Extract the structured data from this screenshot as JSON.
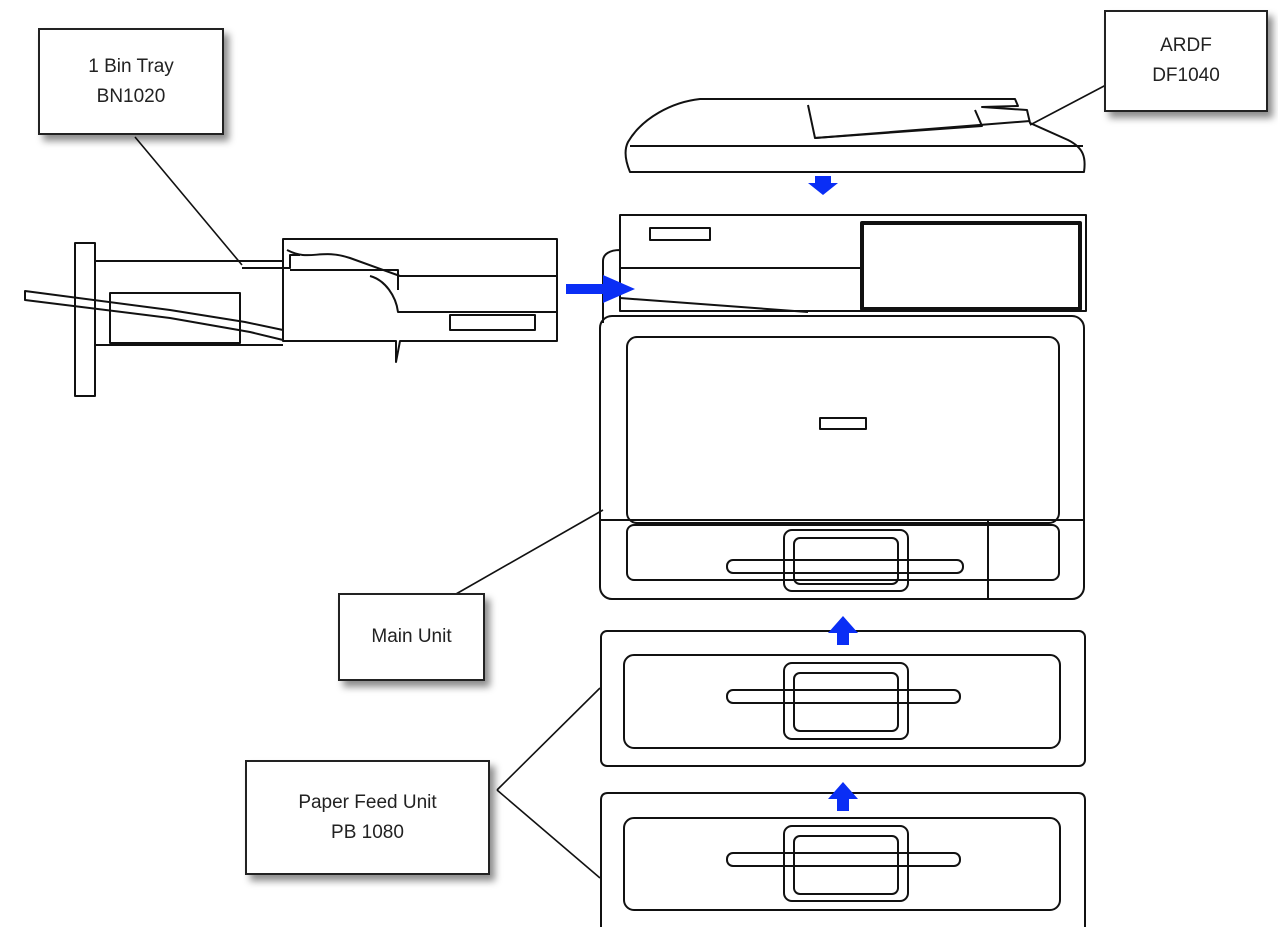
{
  "labels": {
    "bin_tray": {
      "line1": "1 Bin Tray",
      "line2": "BN1020"
    },
    "ardf": {
      "line1": "ARDF",
      "line2": "DF1040"
    },
    "main_unit": {
      "line1": "Main Unit"
    },
    "paper_feed": {
      "line1": "Paper Feed Unit",
      "line2": "PB 1080"
    }
  },
  "colors": {
    "arrow": "#0a2ef5",
    "line": "#111111",
    "background": "#ffffff"
  },
  "arrows": [
    {
      "name": "ardf-down-arrow",
      "direction": "down"
    },
    {
      "name": "bin-tray-right-arrow",
      "direction": "right"
    },
    {
      "name": "feed-unit-1-up-arrow",
      "direction": "up"
    },
    {
      "name": "feed-unit-2-up-arrow",
      "direction": "up"
    }
  ]
}
